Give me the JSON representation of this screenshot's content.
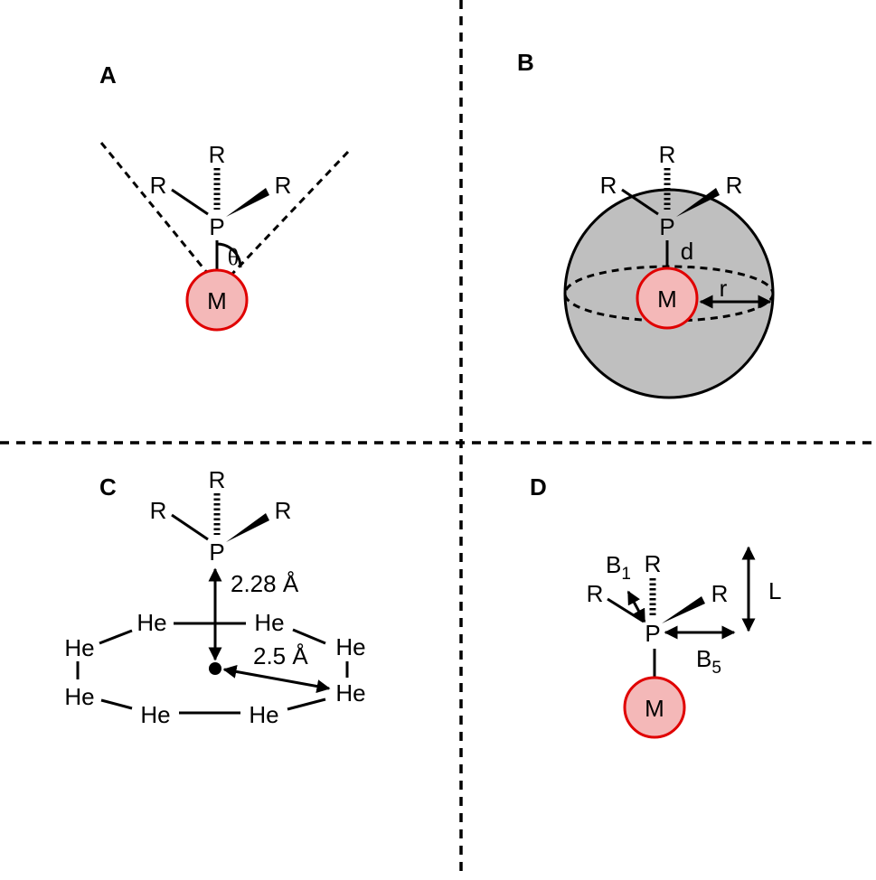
{
  "colors": {
    "metal_fill": "#f4b8b8",
    "metal_stroke": "#e00000",
    "sphere_fill": "#bfbfbf",
    "line": "#000000"
  },
  "panels": {
    "A": {
      "label": "A",
      "atoms": {
        "P": "P",
        "R_top": "R",
        "R_left": "R",
        "R_right": "R",
        "metal": "M"
      },
      "angle_label": "θ"
    },
    "B": {
      "label": "B",
      "atoms": {
        "P": "P",
        "R_top": "R",
        "R_left": "R",
        "R_right": "R",
        "metal": "M"
      },
      "distance_label": "d",
      "radius_label": "r"
    },
    "C": {
      "label": "C",
      "atoms": {
        "P": "P",
        "R_top": "R",
        "R_left": "R",
        "R_right": "R"
      },
      "helium_label": "He",
      "distance_p_label": "2.28 Å",
      "distance_ring_label": "2.5 Å"
    },
    "D": {
      "label": "D",
      "atoms": {
        "P": "P",
        "R_top": "R",
        "R_left": "R",
        "R_right": "R",
        "metal": "M"
      },
      "b1_label": "B",
      "b1_sub": "1",
      "b5_label": "B",
      "b5_sub": "5",
      "l_label": "L"
    }
  }
}
